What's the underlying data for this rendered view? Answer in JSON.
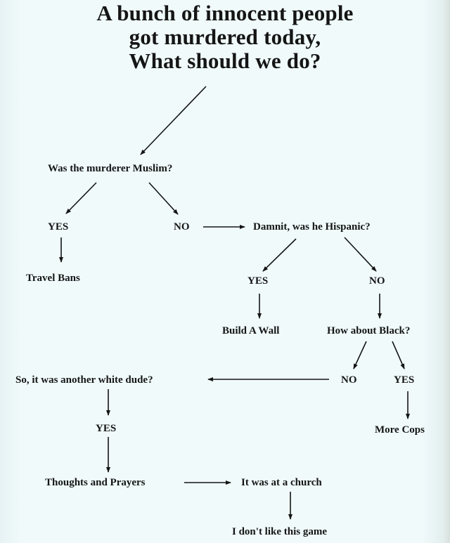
{
  "title": {
    "line1": "A bunch of innocent people",
    "line2": "got murdered today,",
    "line3": "What should we do?"
  },
  "nodes": {
    "q_muslim": "Was the murderer Muslim?",
    "muslim_yes": "YES",
    "muslim_no": "NO",
    "travel_bans": "Travel Bans",
    "q_hispanic": "Damnit, was he Hispanic?",
    "hispanic_yes": "YES",
    "hispanic_no": "NO",
    "build_wall": "Build A Wall",
    "q_black": "How about Black?",
    "black_no": "NO",
    "black_yes": "YES",
    "more_cops": "More Cops",
    "q_white": "So, it was another white dude?",
    "white_yes": "YES",
    "thoughts_prayers": "Thoughts and Prayers",
    "church": "It was at a church",
    "dont_like": "I don't like this game"
  }
}
